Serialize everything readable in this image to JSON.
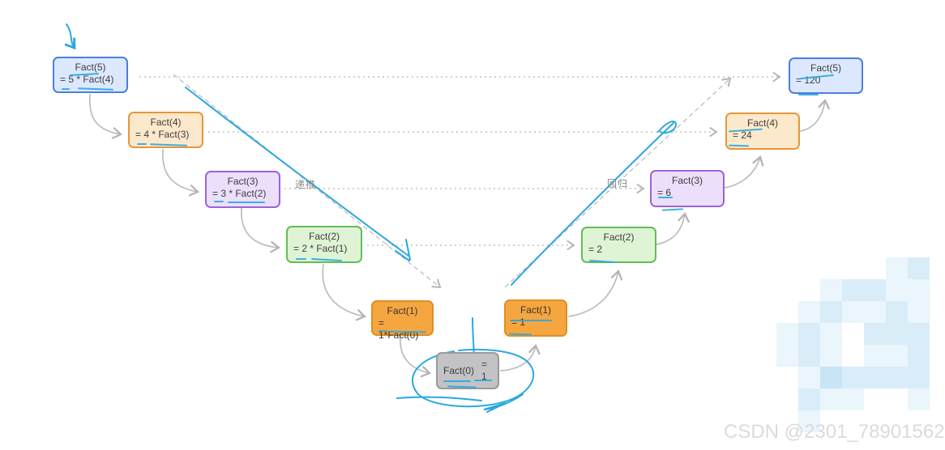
{
  "diagram": {
    "topic": "factorial-recursion",
    "nodes": {
      "l5": {
        "title": "Fact(5)",
        "expr": "= 5 * Fact(4)"
      },
      "l4": {
        "title": "Fact(4)",
        "expr": "= 4 * Fact(3)"
      },
      "l3": {
        "title": "Fact(3)",
        "expr": "= 3 * Fact(2)"
      },
      "l2": {
        "title": "Fact(2)",
        "expr": "= 2 * Fact(1)"
      },
      "l1": {
        "title": "Fact(1)",
        "expr": "= 1*Fact(0)"
      },
      "base": {
        "title": "Fact(0)",
        "expr": "= 1"
      },
      "r1": {
        "title": "Fact(1)",
        "expr": "= 1"
      },
      "r2": {
        "title": "Fact(2)",
        "expr": "= 2"
      },
      "r3": {
        "title": "Fact(3)",
        "expr": "= 6"
      },
      "r4": {
        "title": "Fact(4)",
        "expr": "= 24"
      },
      "r5": {
        "title": "Fact(5)",
        "expr": "= 120"
      }
    },
    "labels": {
      "descend": "递推",
      "ascend": "回归"
    }
  },
  "watermark": "CSDN @2301_78901562",
  "colors": {
    "pen_accent": "#2aa8e0",
    "connector_gray": "#b8b8b8",
    "node_blue_bg": "#dce8fd",
    "node_blue_border": "#4c7ee0",
    "node_orange_bg": "#fce9cc",
    "node_orange_border": "#e9953b",
    "node_purple_bg": "#ecdffb",
    "node_purple_border": "#9c64d6",
    "node_green_bg": "#dff3d5",
    "node_green_border": "#62be56",
    "node_solid_orange_bg": "#f6a63f",
    "node_gray_bg": "#c3c3c5",
    "node_gray_border": "#9a9a9c",
    "watermark_text": "#dbdbdb",
    "label_gray": "#8a8a8a"
  }
}
